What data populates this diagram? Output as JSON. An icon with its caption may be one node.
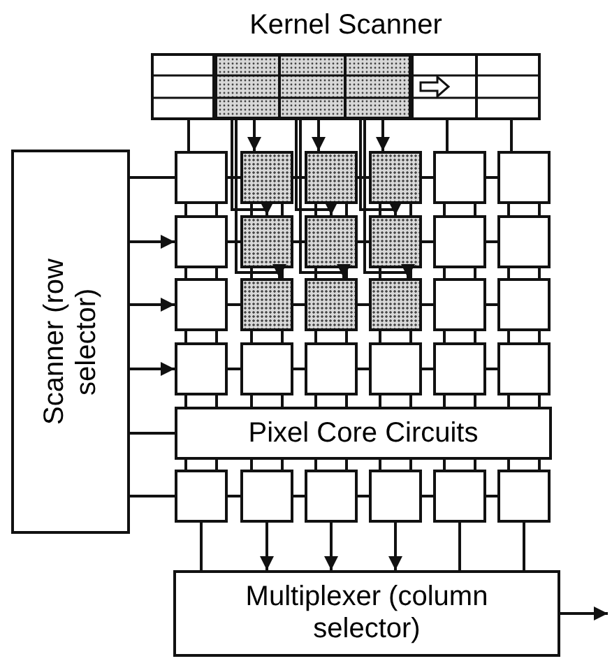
{
  "diagram": {
    "nodes": [
      {
        "text": [
          "Kernel Scanner"
        ]
      },
      {
        "text": [
          "Scanner (row selector)"
        ]
      },
      {
        "text": [],
        "shape": "box"
      },
      {
        "text": [],
        "shape": "box"
      },
      {
        "text": [],
        "shape": "box"
      },
      {
        "text": [],
        "shape": "box"
      },
      {
        "text": [],
        "shape": "box"
      },
      {
        "text": [],
        "shape": "box"
      },
      {
        "text": [],
        "shape": "box"
      },
      {
        "text": [],
        "shape": "box"
      },
      {
        "text": [],
        "shape": "box"
      },
      {
        "text": [],
        "shape": "box"
      },
      {
        "text": [],
        "shape": "box"
      },
      {
        "text": [],
        "shape": "box"
      },
      {
        "text": [],
        "shape": "box"
      },
      {
        "text": [],
        "shape": "box"
      },
      {
        "text": [],
        "shape": "box"
      },
      {
        "text": [],
        "shape": "box"
      },
      {
        "text": [],
        "shape": "box"
      },
      {
        "text": [],
        "shape": "box"
      },
      {
        "text": [],
        "shape": "box"
      },
      {
        "text": [],
        "shape": "box"
      },
      {
        "text": [],
        "shape": "box"
      },
      {
        "text": [],
        "shape": "box"
      },
      {
        "text": [],
        "shape": "box"
      },
      {
        "text": [],
        "shape": "box"
      },
      {
        "text": [
          "Pixel Core Circuits"
        ]
      },
      {
        "text": [],
        "shape": "box"
      },
      {
        "text": [],
        "shape": "box"
      },
      {
        "text": [],
        "shape": "box"
      },
      {
        "text": [],
        "shape": "box"
      },
      {
        "text": [],
        "shape": "box"
      },
      {
        "text": [],
        "shape": "box"
      },
      {
        "text": [
          "Multiplexer (column selector)"
        ]
      }
    ],
    "edges": [
      {
        "from": 0,
        "to": 2,
        "arrow": "none"
      },
      {
        "from": 0,
        "to": 3,
        "arrow": "to"
      },
      {
        "from": 0,
        "to": 9,
        "arrow": "to"
      },
      {
        "from": 0,
        "to": 15,
        "arrow": "to"
      },
      {
        "from": 0,
        "to": 4,
        "arrow": "to"
      },
      {
        "from": 0,
        "to": 10,
        "arrow": "to"
      },
      {
        "from": 0,
        "to": 16,
        "arrow": "to"
      },
      {
        "from": 0,
        "to": 5,
        "arrow": "to"
      },
      {
        "from": 0,
        "to": 11,
        "arrow": "to"
      },
      {
        "from": 0,
        "to": 17,
        "arrow": "to"
      },
      {
        "from": 0,
        "to": 6,
        "arrow": "none"
      },
      {
        "from": 0,
        "to": 7,
        "arrow": "none"
      },
      {
        "from": 1,
        "to": 2,
        "arrow": "none"
      },
      {
        "from": 1,
        "to": 8,
        "arrow": "to"
      },
      {
        "from": 1,
        "to": 14,
        "arrow": "to"
      },
      {
        "from": 1,
        "to": 20,
        "arrow": "to"
      },
      {
        "from": 1,
        "to": 26,
        "arrow": "none"
      },
      {
        "from": 1,
        "to": 27,
        "arrow": "none"
      },
      {
        "from": 27,
        "to": 33,
        "arrow": "none"
      },
      {
        "from": 28,
        "to": 33,
        "arrow": "to"
      },
      {
        "from": 29,
        "to": 33,
        "arrow": "to"
      },
      {
        "from": 30,
        "to": 33,
        "arrow": "to"
      },
      {
        "from": 31,
        "to": 33,
        "arrow": "none"
      },
      {
        "from": 32,
        "to": 33,
        "arrow": "none"
      },
      {
        "from": 33,
        "to": null,
        "arrow": "to"
      }
    ]
  }
}
